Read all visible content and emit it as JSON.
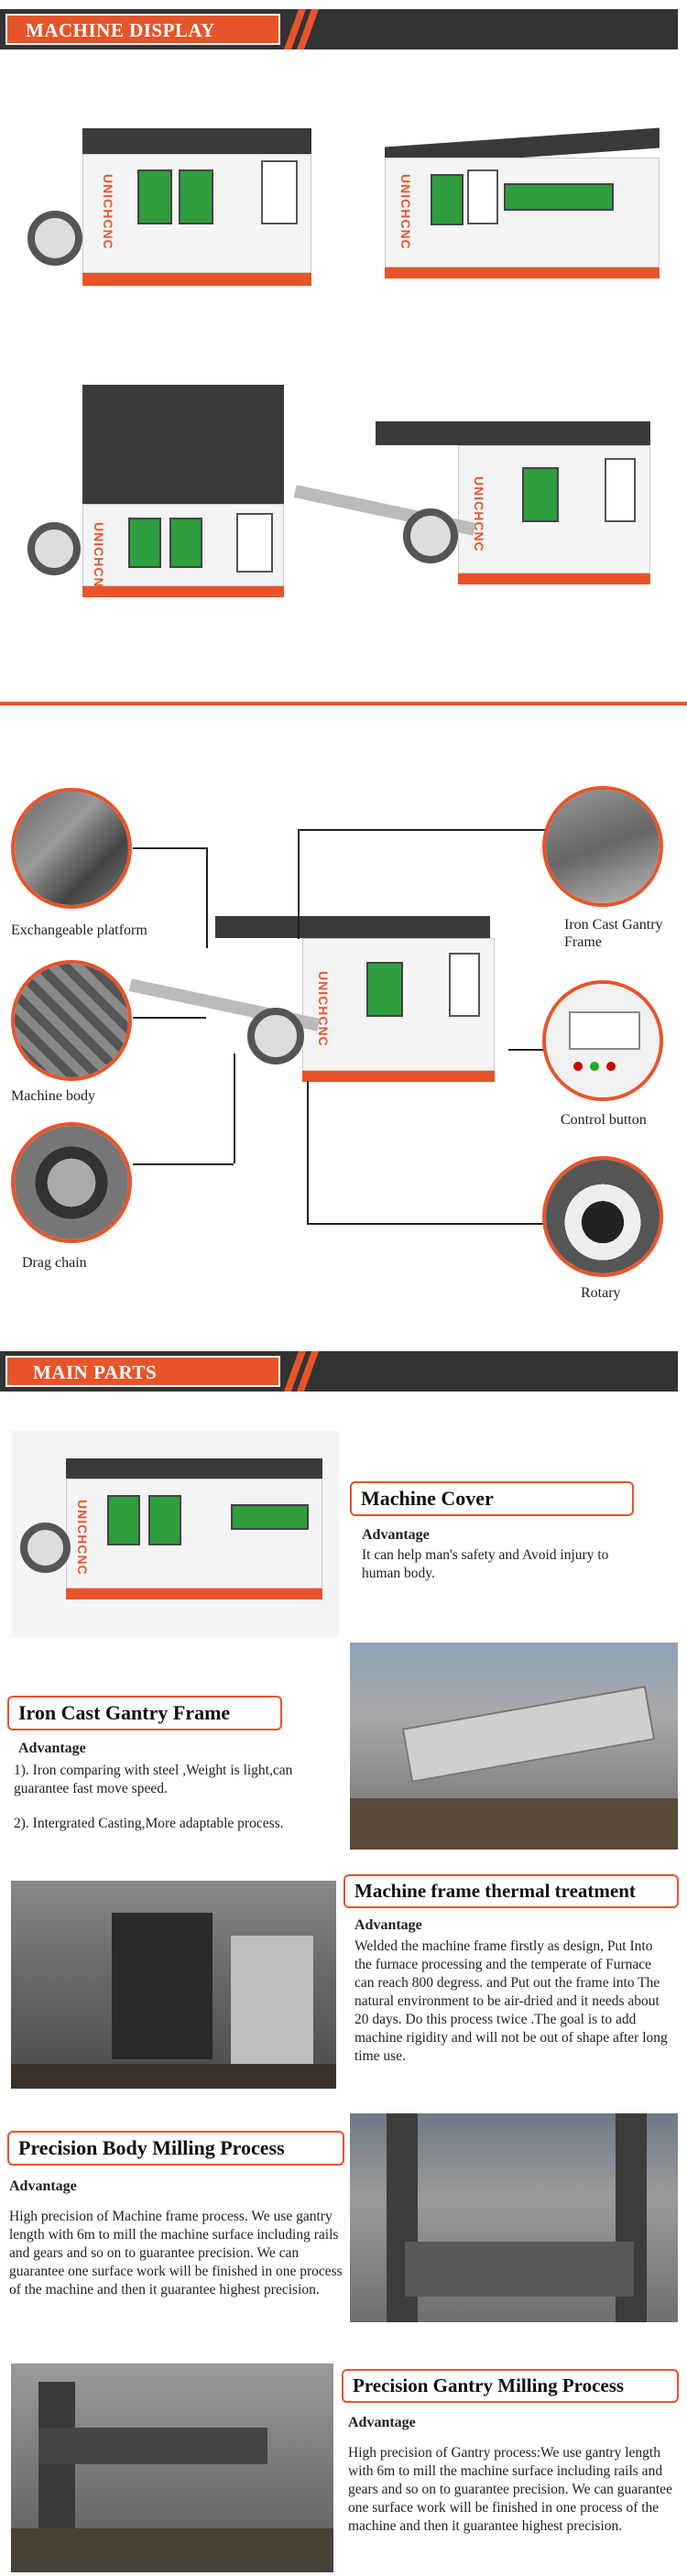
{
  "sections": {
    "display": "MACHINE DISPLAY",
    "parts": "MAIN PARTS"
  },
  "brand": "UNICHCNC",
  "callouts": {
    "exchangeable": "Exchangeable platform",
    "machine_body": "Machine body",
    "drag_chain": "Drag chain",
    "iron_cast": "Iron Cast Gantry Frame",
    "control_button": "Control button",
    "rotary": "Rotary"
  },
  "parts": {
    "cover": {
      "title": "Machine Cover",
      "adv": "Advantage",
      "text": "It can help man's safety and Avoid injury to human body."
    },
    "gantry": {
      "title": "Iron Cast Gantry Frame",
      "adv": "Advantage",
      "items": [
        "1). Iron comparing with steel ,Weight is light,can guarantee fast move speed.",
        "2). Intergrated Casting,More adaptable process."
      ]
    },
    "thermal": {
      "title": "Machine frame thermal treatment",
      "adv": "Advantage",
      "text": "Welded the machine frame firstly as design, Put Into the furnace processing and the temperate of Furnace can reach 800 degress. and Put out the frame into The natural environment to be air-dried and it needs about 20 days. Do this process twice .The goal is to add machine rigidity and will not be out of shape after long time use."
    },
    "body_milling": {
      "title": "Precision Body Milling Process",
      "adv": "Advantage",
      "text": "High precision of Machine frame process. We use gantry length with 6m to mill the machine surface including rails and gears and so on to guarantee precision. We can guarantee one surface work will be finished in one process of the machine and then it guarantee highest precision."
    },
    "gantry_milling": {
      "title": "Precision Gantry Milling Process",
      "adv": "Advantage",
      "text": "High precision of Gantry process:We use gantry length with 6m to mill the machine surface including rails and gears and so on to guarantee precision. We can guarantee one surface work will be finished in one process of the machine and then it guarantee highest precision."
    }
  }
}
